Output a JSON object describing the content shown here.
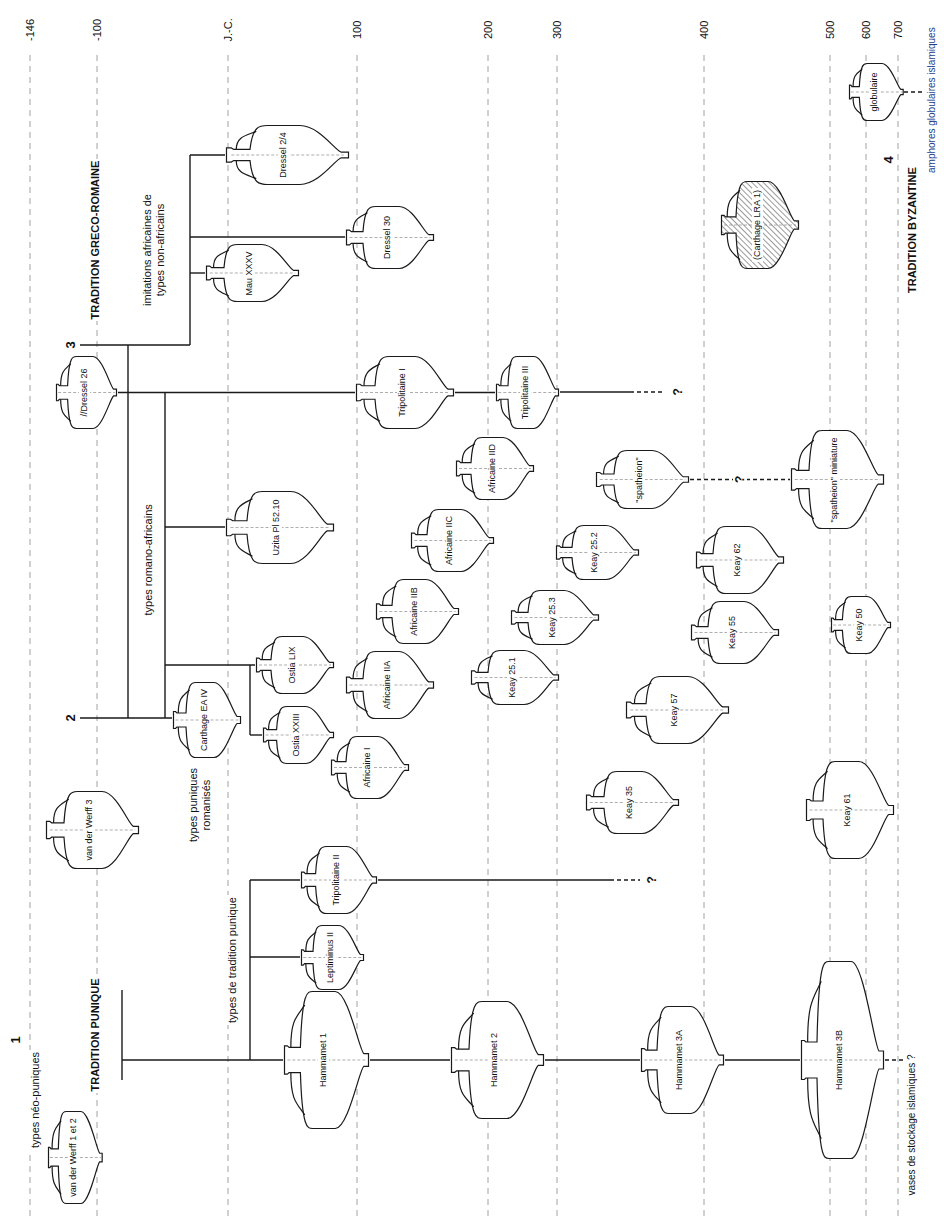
{
  "diagram": {
    "nodes": [
      {
        "text": [
          "van der Werff 1 et 2"
        ]
      },
      {
        "text": [
          "van der Werff 3"
        ]
      },
      {
        "text": [
          "Tripolitaine II"
        ]
      },
      {
        "text": [
          "Leptiminus II"
        ]
      },
      {
        "text": [
          "Hammamet 1"
        ]
      },
      {
        "text": [
          "Hammamet 2"
        ]
      },
      {
        "text": [
          "Hammamet 3A"
        ]
      },
      {
        "text": [
          "Hammamet 3B"
        ]
      },
      {
        "text": [
          "Carthage EA IV"
        ]
      },
      {
        "text": [
          "Ostia XXIII"
        ]
      },
      {
        "text": [
          "Ostia LIX"
        ]
      },
      {
        "text": [
          "Africaine I"
        ]
      },
      {
        "text": [
          "Africaine IIA"
        ]
      },
      {
        "text": [
          "Africaine IIB"
        ]
      },
      {
        "text": [
          "Africaine IIC"
        ]
      },
      {
        "text": [
          "Africaine IID"
        ]
      },
      {
        "text": [
          "Uzita Pl 52.10"
        ]
      },
      {
        "text": [
          "//Dressel 26"
        ]
      },
      {
        "text": [
          "Tripolitaine I"
        ]
      },
      {
        "text": [
          "Tripolitaine III"
        ]
      },
      {
        "text": [
          "Mau XXXV"
        ]
      },
      {
        "text": [
          "Dressel 2/4"
        ]
      },
      {
        "text": [
          "Dressel 30"
        ]
      },
      {
        "text": [
          "Keay 25.1"
        ]
      },
      {
        "text": [
          "Keay 25.2"
        ]
      },
      {
        "text": [
          "Keay 25.3"
        ]
      },
      {
        "text": [
          "Keay 35"
        ]
      },
      {
        "text": [
          "Keay 57"
        ]
      },
      {
        "text": [
          "Keay 55"
        ]
      },
      {
        "text": [
          "Keay 62"
        ]
      },
      {
        "text": [
          "Keay 61"
        ]
      },
      {
        "text": [
          "Keay 50"
        ]
      },
      {
        "text": [
          "\"spatheion\""
        ]
      },
      {
        "text": [
          "\"spatheion\" miniature"
        ]
      },
      {
        "text": [
          "(Carthage LRA 1)"
        ]
      },
      {
        "text": [
          "globulaire"
        ]
      }
    ],
    "edges": [
      {
        "from": 4,
        "to": 5,
        "arrow": "none"
      },
      {
        "from": 5,
        "to": 6,
        "arrow": "none"
      },
      {
        "from": 6,
        "to": 7,
        "arrow": "none"
      },
      {
        "from": 17,
        "to": 18,
        "arrow": "none"
      },
      {
        "from": 18,
        "to": 19,
        "arrow": "none"
      },
      {
        "from": 32,
        "to": 33,
        "label": "?",
        "arrow": "none"
      }
    ],
    "labels": [
      "-146",
      "-100",
      "J.-C.",
      "100",
      "200",
      "300",
      "400",
      "500",
      "600",
      "700",
      "TRADITION PUNIQUE",
      "TRADITION GRECO-ROMAINE",
      "TRADITION BYZANTINE",
      "1",
      "types néo-puniques",
      "types de tradition punique",
      "2",
      "types puniques romanisés",
      "types romano-africains",
      "3",
      "imitations africaines de types non-africains",
      "4",
      "?",
      "?",
      "amphores globulaires islamiques",
      "vases de stockage islamiques ?"
    ]
  }
}
